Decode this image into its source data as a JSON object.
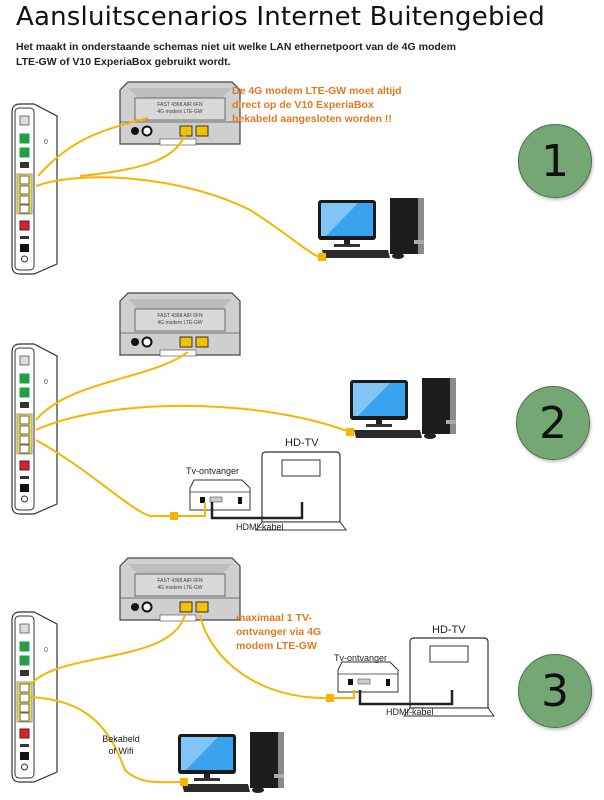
{
  "title": "Aansluitscenarios Internet Buitengebied",
  "subtitle": "Het maakt in onderstaande schemas niet uit welke LAN ethernetpoort van de 4G modem LTE-GW of V10 ExperiaBox gebruikt wordt.",
  "colors": {
    "cable": "#f7b500",
    "note_text": "#e07a20",
    "circle_fill": "#74a774",
    "hdmi_cable": "#222222",
    "router_ports": "#e8e04a"
  },
  "modem": {
    "label_line1": "FAST 4368 AIR 6FN",
    "label_line2": "4G modem LTE-GW"
  },
  "scenarios": [
    {
      "number": "1",
      "note": "De 4G modem LTE-GW moet altijd direct op de V10 ExperiaBox bekabeld aangesloten worden !!",
      "devices": [
        "V10 ExperiaBox",
        "4G modem LTE-GW",
        "Computer"
      ]
    },
    {
      "number": "2",
      "tv_label": "HD-TV",
      "receiver_label": "Tv-ontvanger",
      "hdmi_label": "HDMI-kabel",
      "devices": [
        "V10 ExperiaBox",
        "4G modem LTE-GW",
        "Computer",
        "Tv-ontvanger",
        "HD-TV"
      ]
    },
    {
      "number": "3",
      "note": "maximaal 1 TV-ontvanger via 4G modem LTE-GW",
      "tv_label": "HD-TV",
      "receiver_label": "Tv-ontvanger",
      "hdmi_label": "HDMI-kabel",
      "wifi_label": "Bekabeld of Wifi",
      "devices": [
        "V10 ExperiaBox",
        "4G modem LTE-GW",
        "Computer",
        "Tv-ontvanger",
        "HD-TV"
      ]
    }
  ]
}
